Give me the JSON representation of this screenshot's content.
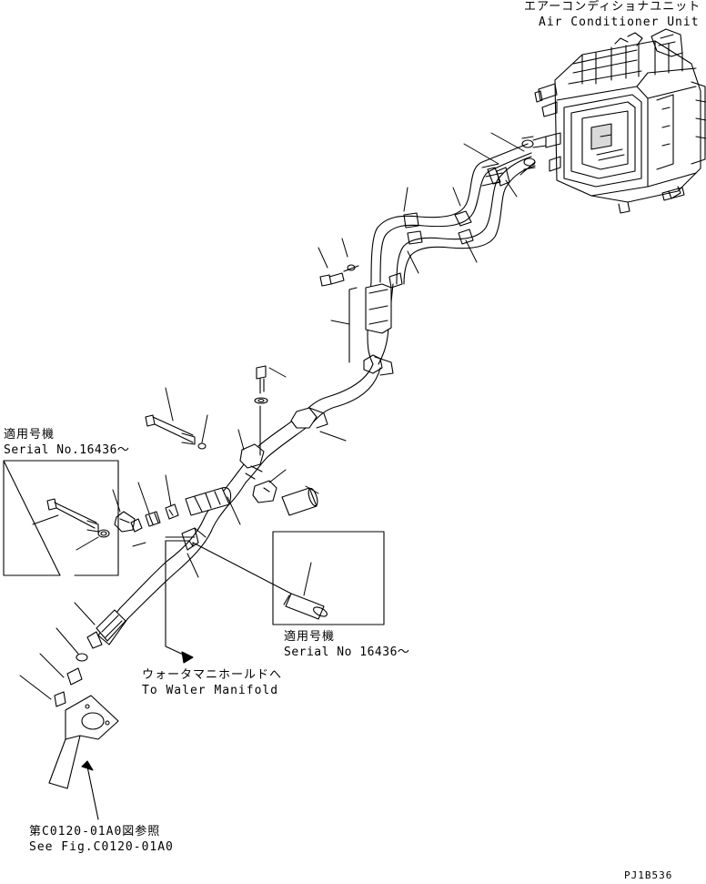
{
  "labels": {
    "ac_unit_jp": "エアーコンディショナユニット",
    "ac_unit_en": "Air Conditioner Unit",
    "serial_left_jp": "適用号機",
    "serial_left_en": "Serial No.16436～",
    "serial_right_jp": "適用号機",
    "serial_right_en": "Serial No 16436～",
    "manifold_jp": "ウォータマニホールドへ",
    "manifold_en": "To Waler Manifold",
    "see_fig_jp": "第C0120-01A0図参照",
    "see_fig_en": "See Fig.C0120-01A0",
    "drawing_code": "PJ1B536"
  }
}
